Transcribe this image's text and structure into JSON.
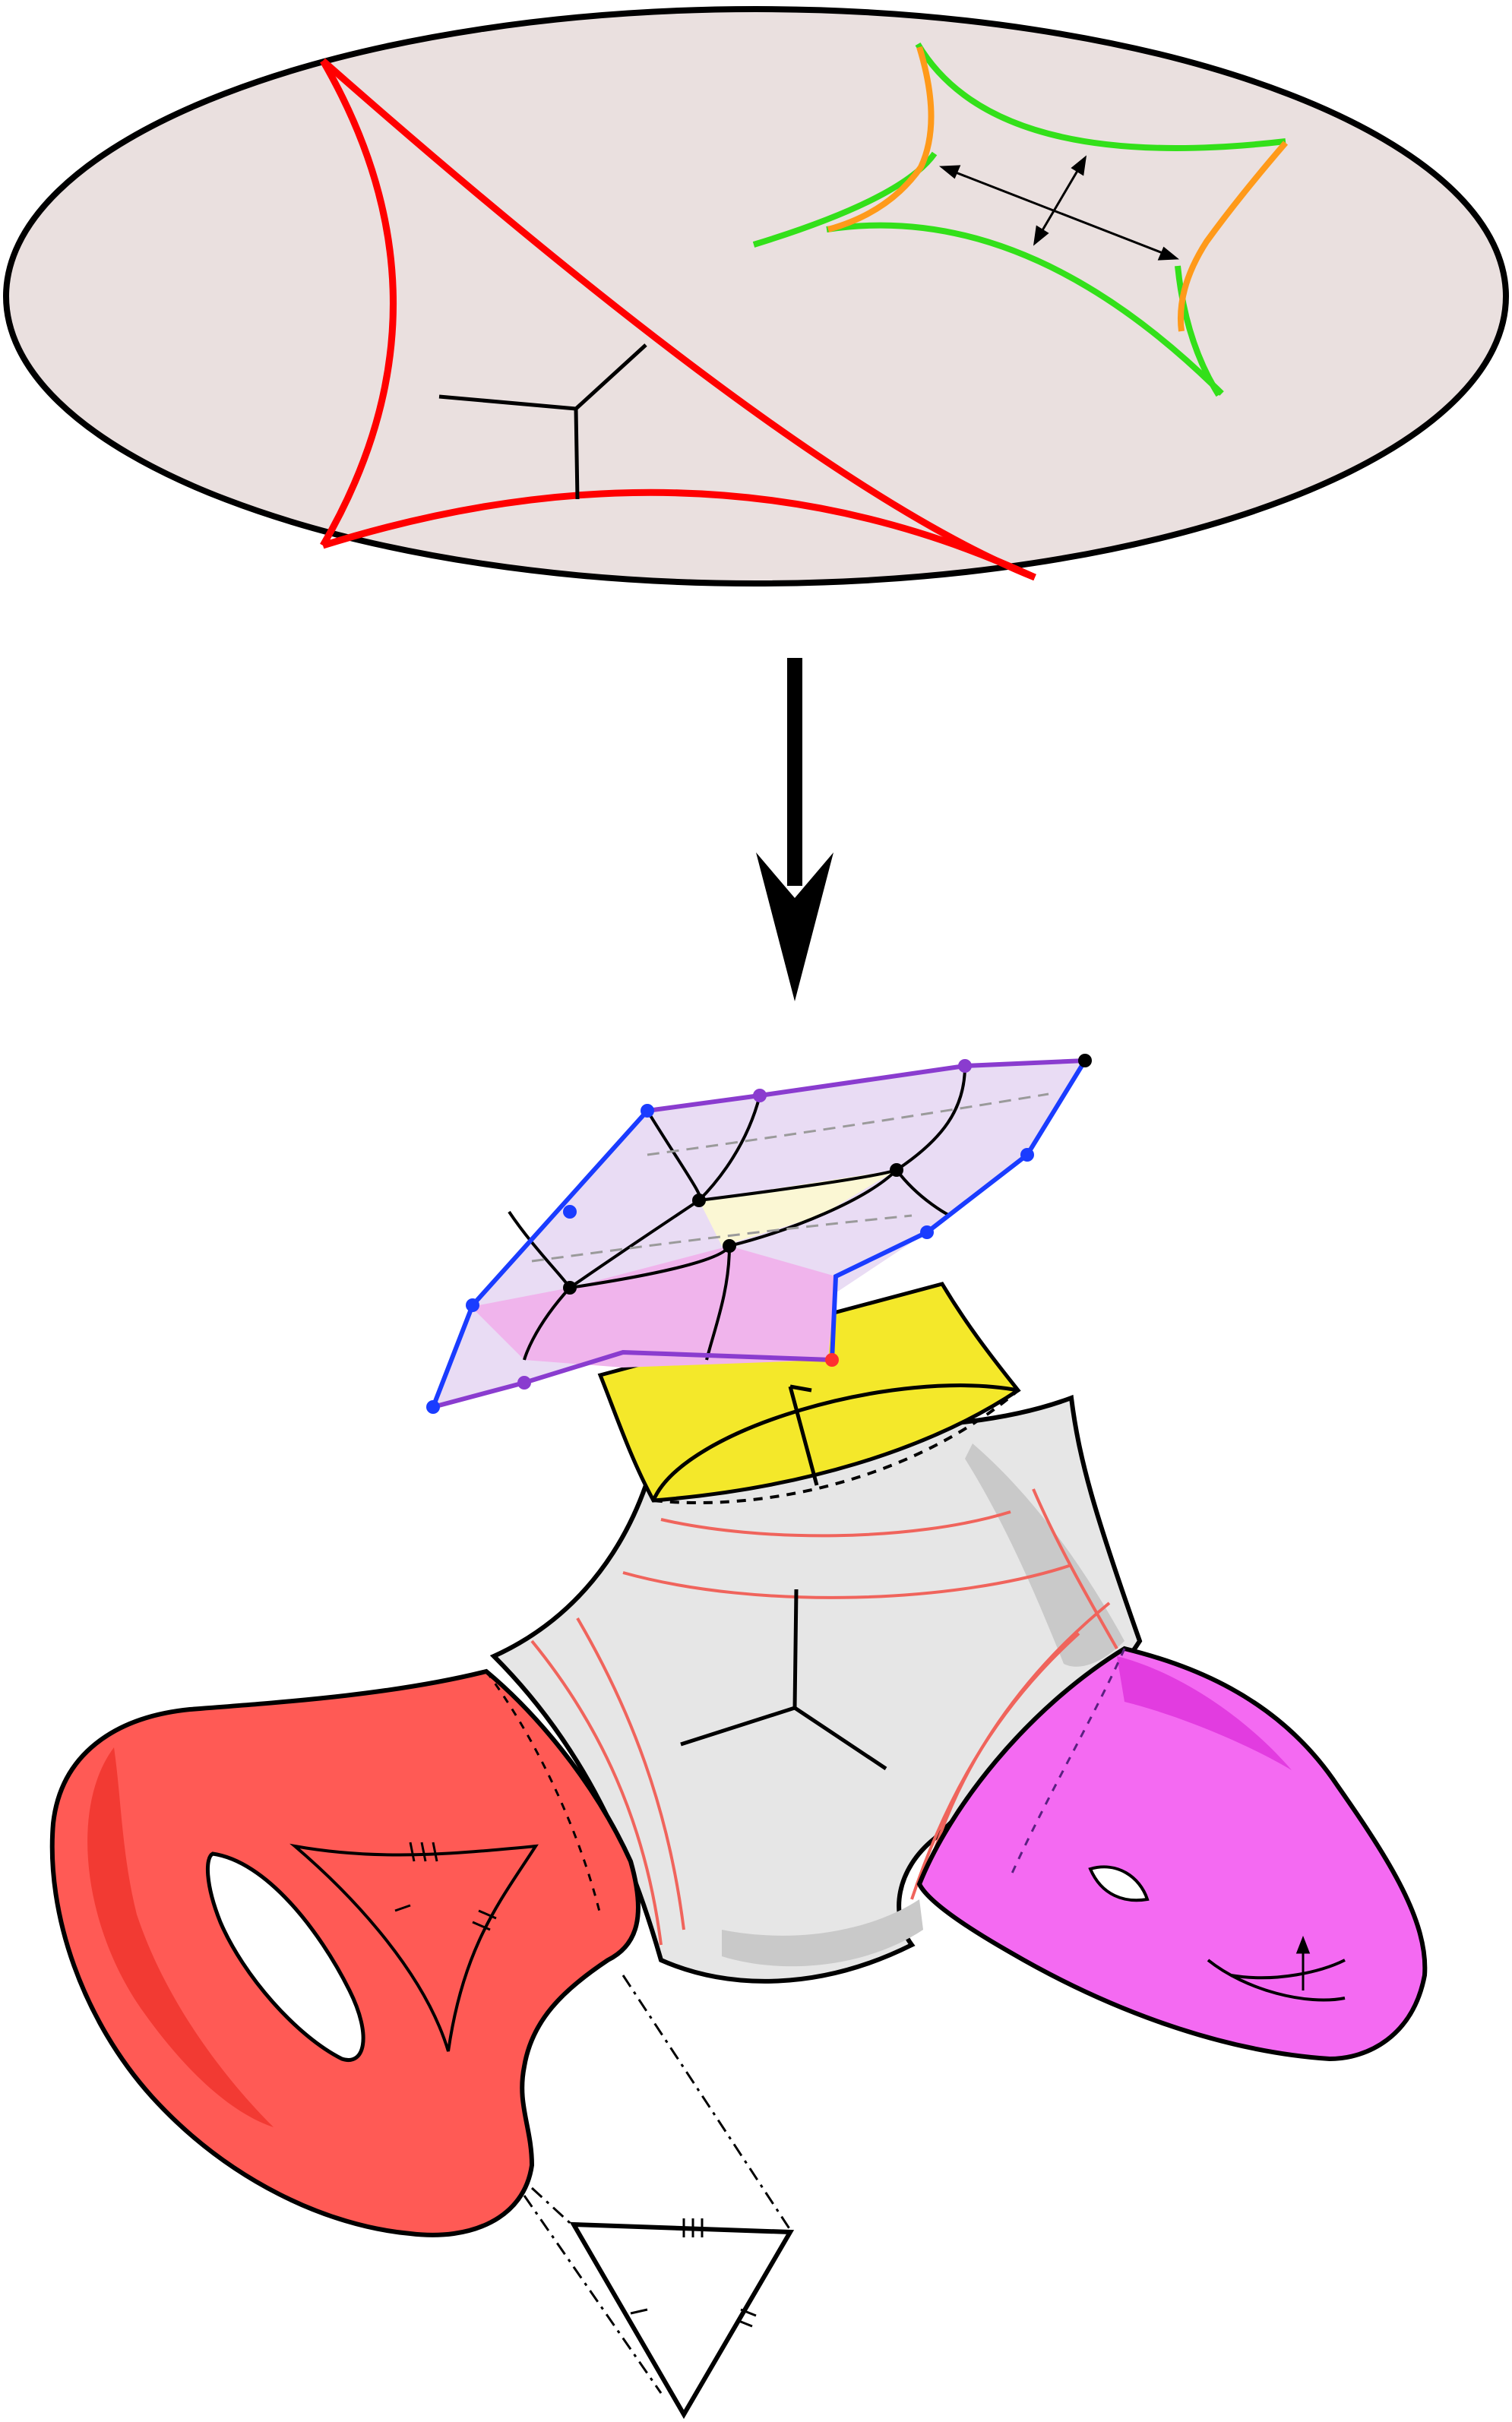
{
  "colors": {
    "background": "#ffffff",
    "disk_fill": "#eae0df",
    "outline": "#000000",
    "ideal_triangle": "#ff0000",
    "quadrilateral_sides": "#33e01a",
    "quadrilateral_arcs": "#ff9a1a",
    "grid_lavender": "#e9dcf4",
    "grid_pink": "#f0b4ec",
    "grid_cream": "#fbf7d4",
    "grid_edge_blue": "#1a3cff",
    "grid_edge_purple": "#8a3ccf",
    "cylinder_yellow": "#f4e82a",
    "core_grey": "#e6e6e6",
    "core_shadow": "#c9c9c9",
    "seam_red": "#f0645c",
    "torus_red": "#ff5a55",
    "torus_dark": "#f23a33",
    "cap_magenta": "#f46af2",
    "cap_dark": "#e23ce0"
  },
  "icons": [
    "poincare-disk",
    "ideal-triangle",
    "ideal-quadrilateral",
    "down-arrow",
    "square-grid-surface",
    "yellow-cylinder",
    "pair-of-pants",
    "red-torus",
    "magenta-cap",
    "triangle-inset"
  ]
}
